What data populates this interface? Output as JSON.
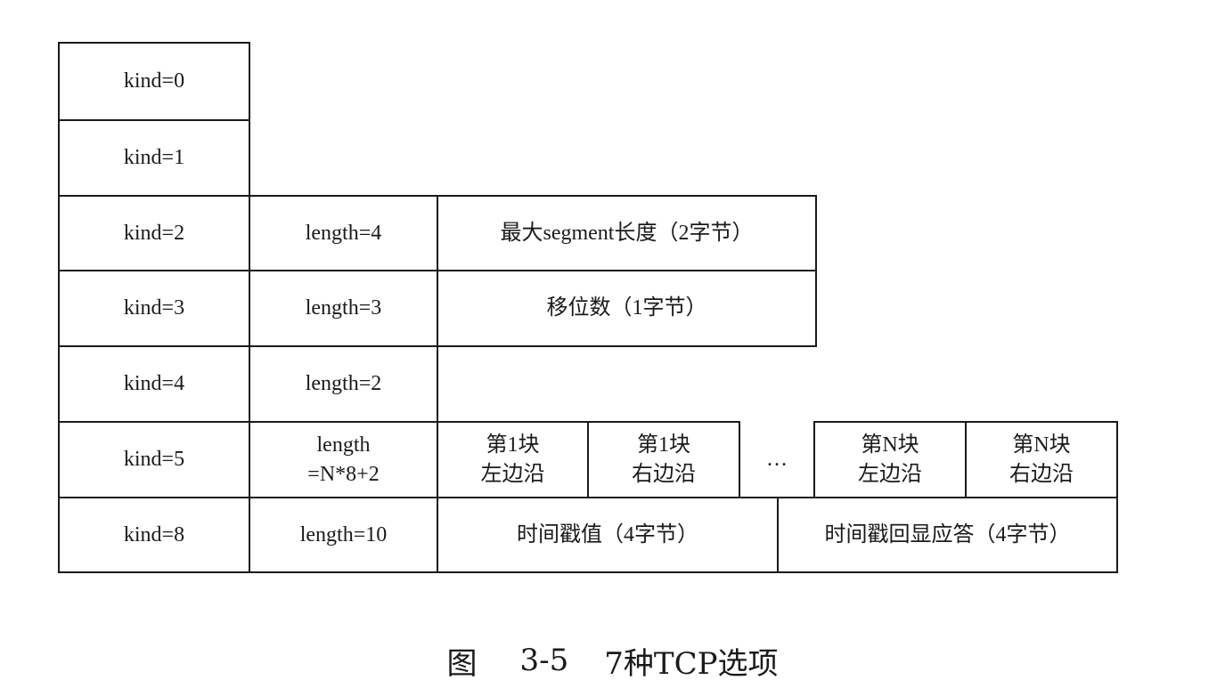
{
  "cells": [
    {
      "id": "kind-0",
      "lines": [
        "kind=0"
      ]
    },
    {
      "id": "kind-1",
      "lines": [
        "kind=1"
      ]
    },
    {
      "id": "kind-2",
      "lines": [
        "kind=2"
      ]
    },
    {
      "id": "length-4",
      "lines": [
        "length=4"
      ]
    },
    {
      "id": "mss",
      "lines": [
        "最大segment长度（2字节）"
      ]
    },
    {
      "id": "kind-3",
      "lines": [
        "kind=3"
      ]
    },
    {
      "id": "length-3",
      "lines": [
        "length=3"
      ]
    },
    {
      "id": "shift",
      "lines": [
        "移位数（1字节）"
      ]
    },
    {
      "id": "kind-4",
      "lines": [
        "kind=4"
      ]
    },
    {
      "id": "length-2",
      "lines": [
        "length=2"
      ]
    },
    {
      "id": "kind-5",
      "lines": [
        "kind=5"
      ]
    },
    {
      "id": "length-n",
      "lines": [
        "length",
        "=N*8+2"
      ]
    },
    {
      "id": "block1-left",
      "lines": [
        "第1块",
        "左边沿"
      ]
    },
    {
      "id": "block1-right",
      "lines": [
        "第1块",
        "右边沿"
      ]
    },
    {
      "id": "blockn-left",
      "lines": [
        "第N块",
        "左边沿"
      ]
    },
    {
      "id": "blockn-right",
      "lines": [
        "第N块",
        "右边沿"
      ]
    },
    {
      "id": "kind-8",
      "lines": [
        "kind=8"
      ]
    },
    {
      "id": "length-10",
      "lines": [
        "length=10"
      ]
    },
    {
      "id": "timestamp",
      "lines": [
        "时间戳值（4字节）"
      ]
    },
    {
      "id": "timestamp-echo",
      "lines": [
        "时间戳回显应答（4字节）"
      ]
    }
  ],
  "ellipsis": "…",
  "caption": {
    "prefix": "图",
    "number": "3-5",
    "title": "7种TCP选项"
  }
}
